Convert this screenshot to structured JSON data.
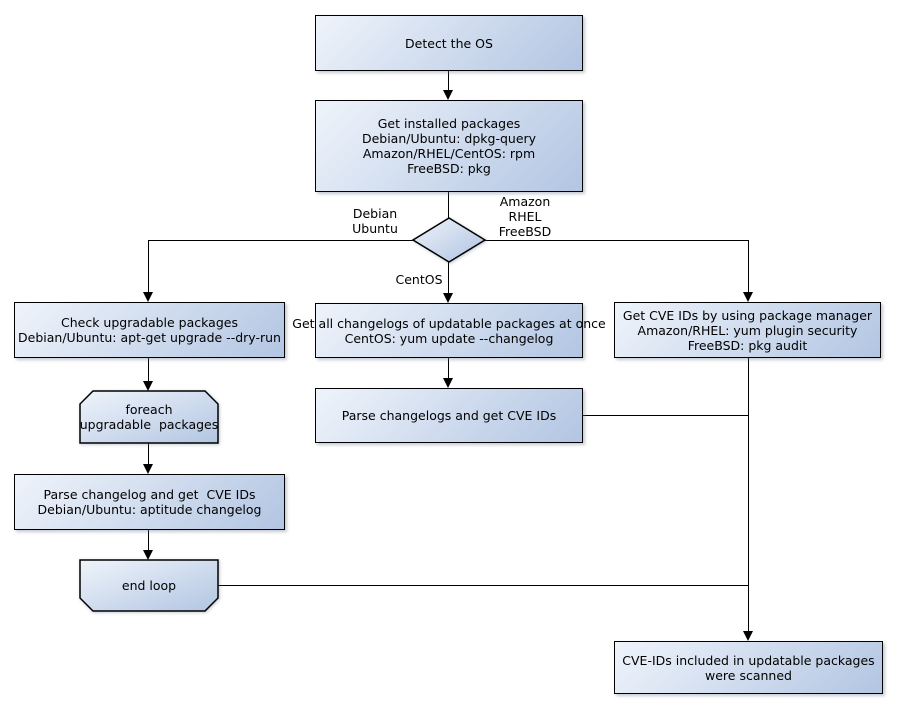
{
  "palette": {
    "background": "#ffffff",
    "node_fill_light": "#eff4fb",
    "node_fill_dark": "#b2c5e2",
    "node_border": "#000000",
    "line_color": "#000000",
    "text_color": "#000000"
  },
  "nodes": {
    "detect_os": {
      "label": "Detect the OS"
    },
    "get_installed_packages": {
      "label": "Get installed packages\nDebian/Ubuntu: dpkg-query\nAmazon/RHEL/CentOS: rpm\nFreeBSD: pkg"
    },
    "check_upgradable": {
      "label": "Check upgradable packages\nDebian/Ubuntu: apt-get upgrade --dry-run"
    },
    "foreach_loop": {
      "label": "foreach\nupgradable  packages"
    },
    "parse_changelog_debian": {
      "label": "Parse changelog and get  CVE IDs\nDebian/Ubuntu: aptitude changelog"
    },
    "end_loop": {
      "label": "end loop"
    },
    "get_all_changelogs": {
      "label": "Get all changelogs of updatable packages at once\nCentOS: yum update --changelog"
    },
    "parse_changelogs_centos": {
      "label": "Parse changelogs and get CVE IDs"
    },
    "get_cve_ids_pkg_manager": {
      "label": "Get CVE IDs by using package manager\nAmazon/RHEL: yum plugin security\nFreeBSD: pkg audit"
    },
    "scan_result": {
      "label": "CVE-IDs included in updatable packages\nwere scanned"
    }
  },
  "edge_labels": {
    "debian_ubuntu": "Debian\nUbuntu",
    "amazon_rhel_freebsd": "Amazon\nRHEL\nFreeBSD",
    "centos": "CentOS"
  }
}
